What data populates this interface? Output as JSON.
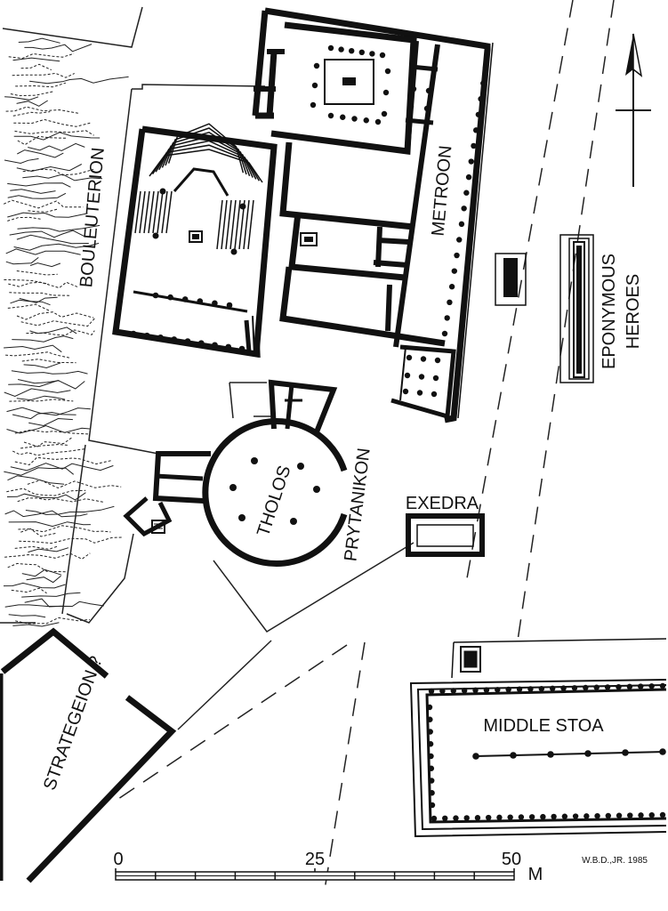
{
  "labels": {
    "bouleuterion": "BOULEUTERION",
    "metroon": "METROON",
    "eponymous_line1": "EPONYMOUS",
    "eponymous_line2": "HEROES",
    "tholos": "THOLOS",
    "prytanikon": "PRYTANIKON",
    "exedra": "EXEDRA",
    "strategeion": "STRATEGEION ?",
    "middle_stoa": "MIDDLE STOA"
  },
  "scale_bar": {
    "tick_0": "0",
    "tick_25": "25",
    "tick_50": "50",
    "unit": "M"
  },
  "credit": "W.B.D.,JR. 1985",
  "north_arrow": "north-arrow-icon"
}
